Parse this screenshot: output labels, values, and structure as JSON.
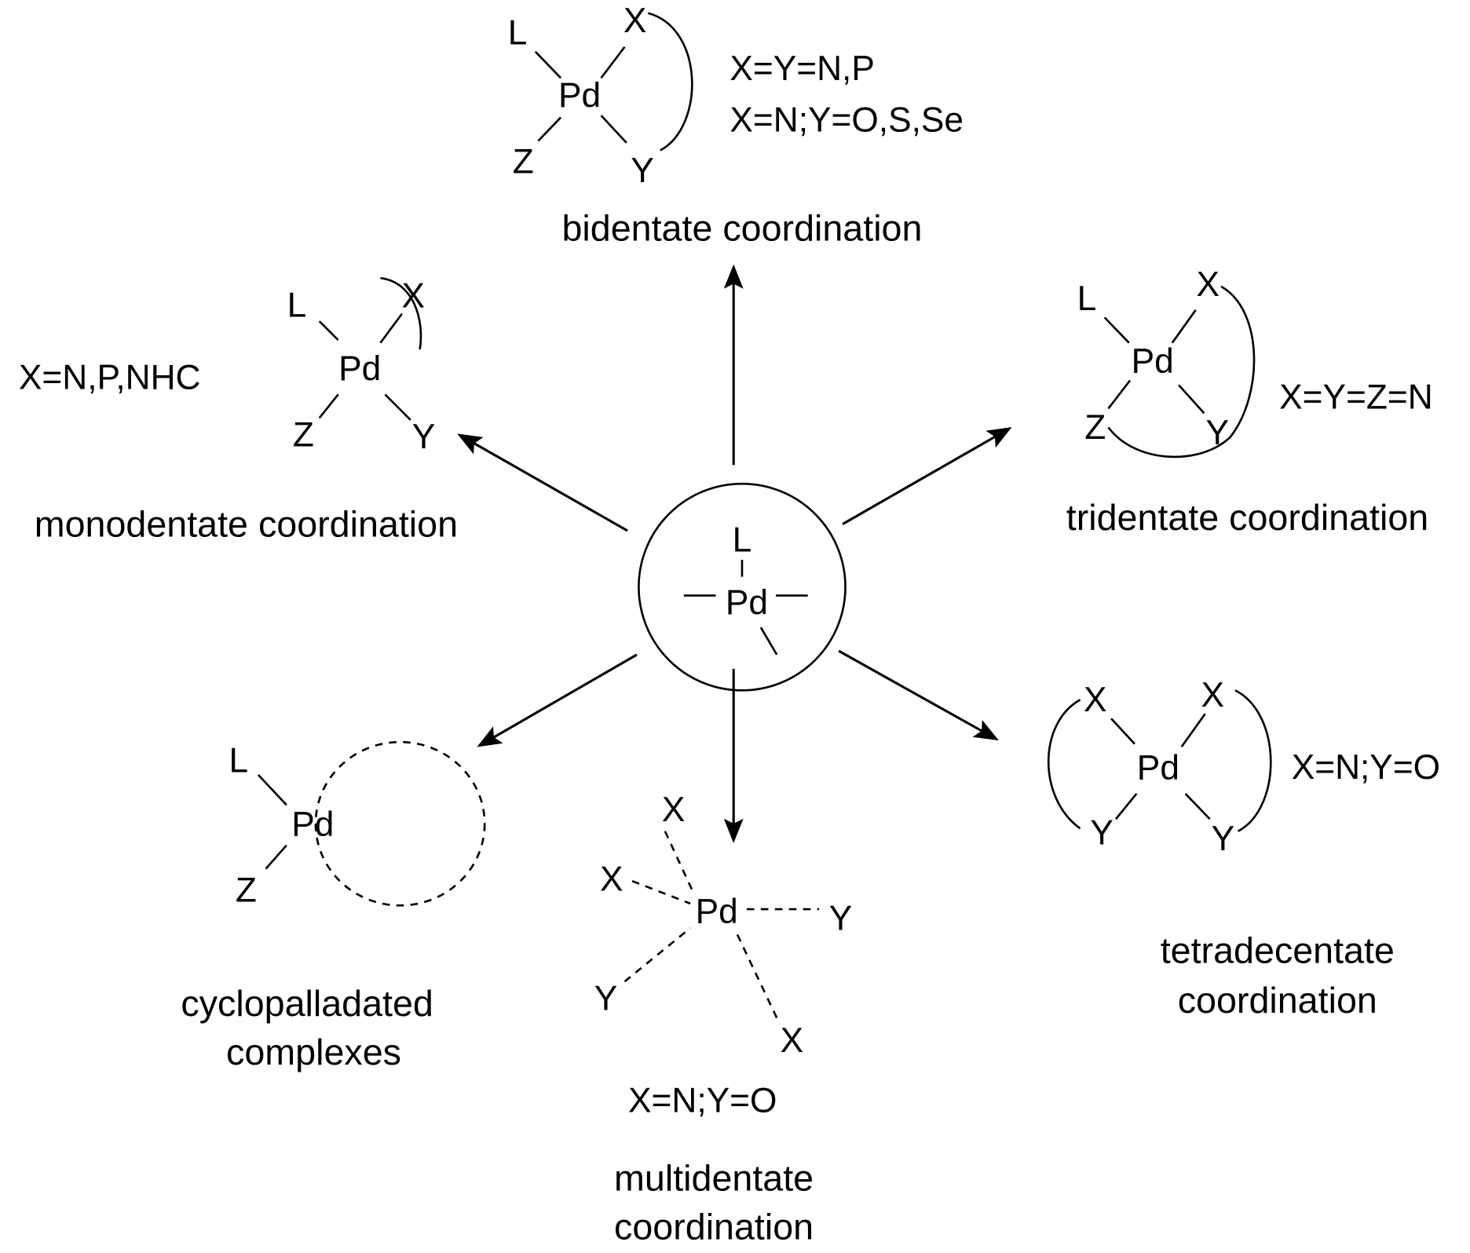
{
  "center": {
    "L": "L",
    "Pd": "Pd"
  },
  "bidentate": {
    "atoms": {
      "L": "L",
      "Pd": "Pd",
      "Z": "Z",
      "X": "X",
      "Y": "Y"
    },
    "conditions": [
      "X=Y=N,P",
      "X=N;Y=O,S,Se"
    ],
    "label": "bidentate coordination"
  },
  "monodentate": {
    "atoms": {
      "L": "L",
      "Pd": "Pd",
      "Z": "Z",
      "X": "X",
      "Y": "Y"
    },
    "conditions": [
      "X=N,P,NHC"
    ],
    "label": "monodentate coordination"
  },
  "tridentate": {
    "atoms": {
      "L": "L",
      "Pd": "Pd",
      "Z": "Z",
      "X": "X",
      "Y": "Y"
    },
    "conditions": [
      "X=Y=Z=N"
    ],
    "label": "tridentate coordination"
  },
  "tetradentate": {
    "atoms": {
      "X": "X",
      "Pd": "Pd",
      "Y": "Y"
    },
    "conditions": [
      "X=N;Y=O"
    ],
    "label": [
      "tetradecentate",
      "coordination"
    ]
  },
  "cyclopalladated": {
    "atoms": {
      "L": "L",
      "Pd": "Pd",
      "Z": "Z"
    },
    "label": [
      "cyclopalladated",
      "complexes"
    ]
  },
  "multidentate": {
    "atoms": {
      "X": "X",
      "Pd": "Pd",
      "Y": "Y"
    },
    "conditions": [
      "X=N;Y=O"
    ],
    "label": [
      "multidentate",
      "coordination"
    ]
  }
}
